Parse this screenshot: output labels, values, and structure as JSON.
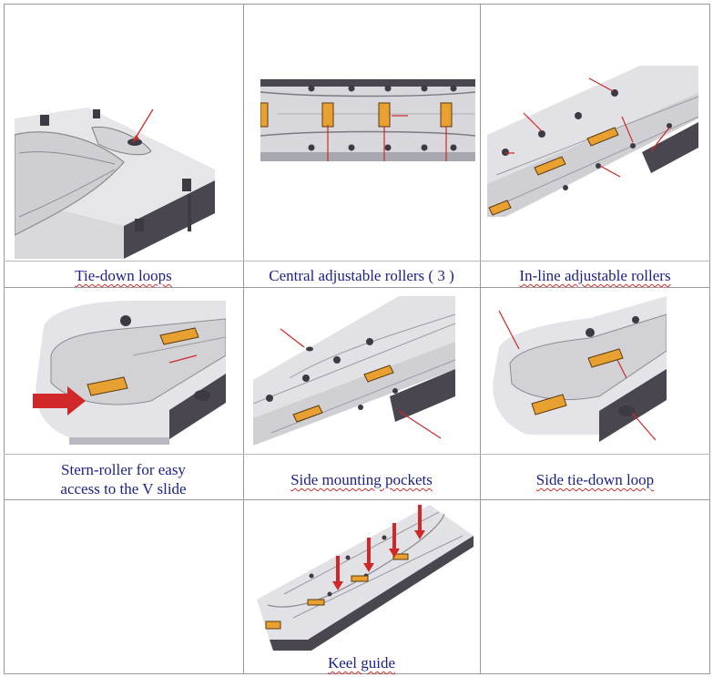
{
  "cells": [
    {
      "id": "tie-down-loops",
      "caption": "Tie-down loops"
    },
    {
      "id": "central-adjustable-rollers",
      "caption": "Central adjustable rollers  ( 3 )"
    },
    {
      "id": "in-line-adjustable-rollers",
      "caption": "In-line adjustable rollers"
    },
    {
      "id": "stern-roller",
      "caption_line1": "Stern-roller for easy",
      "caption_line2": "access to the V slide"
    },
    {
      "id": "side-mounting-pockets",
      "caption": "Side mounting pockets"
    },
    {
      "id": "side-tie-down-loop",
      "caption": "Side tie-down loop"
    },
    {
      "id": "keel-guide",
      "caption": "Keel guide"
    }
  ],
  "colors": {
    "caption_text": "#1a1f8c",
    "pointer_red": "#d02828",
    "dock_body": "#e6e6e8",
    "dock_edge": "#4a4650",
    "roller": "#e8a030",
    "grid_line": "#9a9a9a"
  }
}
